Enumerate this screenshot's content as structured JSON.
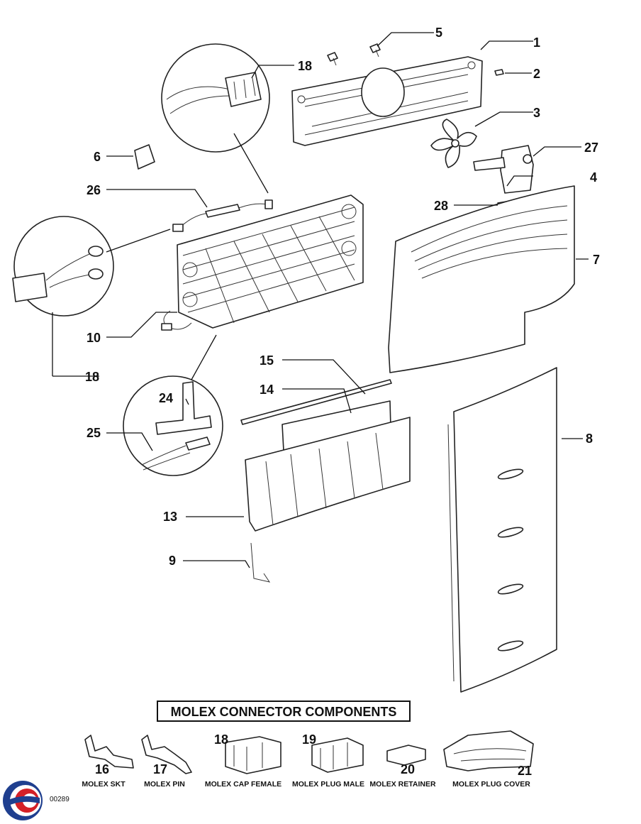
{
  "callouts": {
    "c1": "1",
    "c2": "2",
    "c3": "3",
    "c4": "4",
    "c5": "5",
    "c6": "6",
    "c7": "7",
    "c8": "8",
    "c9": "9",
    "c10": "10",
    "c13": "13",
    "c14": "14",
    "c15": "15",
    "c18a": "18",
    "c18b": "18",
    "c24": "24",
    "c25": "25",
    "c26": "26",
    "c27": "27",
    "c28": "28"
  },
  "molex": {
    "heading": "MOLEX CONNECTOR COMPONENTS",
    "items": [
      {
        "number": "16",
        "label": "MOLEX SKT"
      },
      {
        "number": "17",
        "label": "MOLEX PIN"
      },
      {
        "number": "18",
        "label": "MOLEX CAP FEMALE"
      },
      {
        "number": "19",
        "label": "MOLEX PLUG MALE"
      },
      {
        "number": "20",
        "label": "MOLEX RETAINER"
      },
      {
        "number": "21",
        "label": "MOLEX PLUG COVER"
      }
    ]
  },
  "diagram_code": "00289",
  "colors": {
    "logo_red": "#d42027",
    "logo_blue": "#1f3f8f"
  }
}
